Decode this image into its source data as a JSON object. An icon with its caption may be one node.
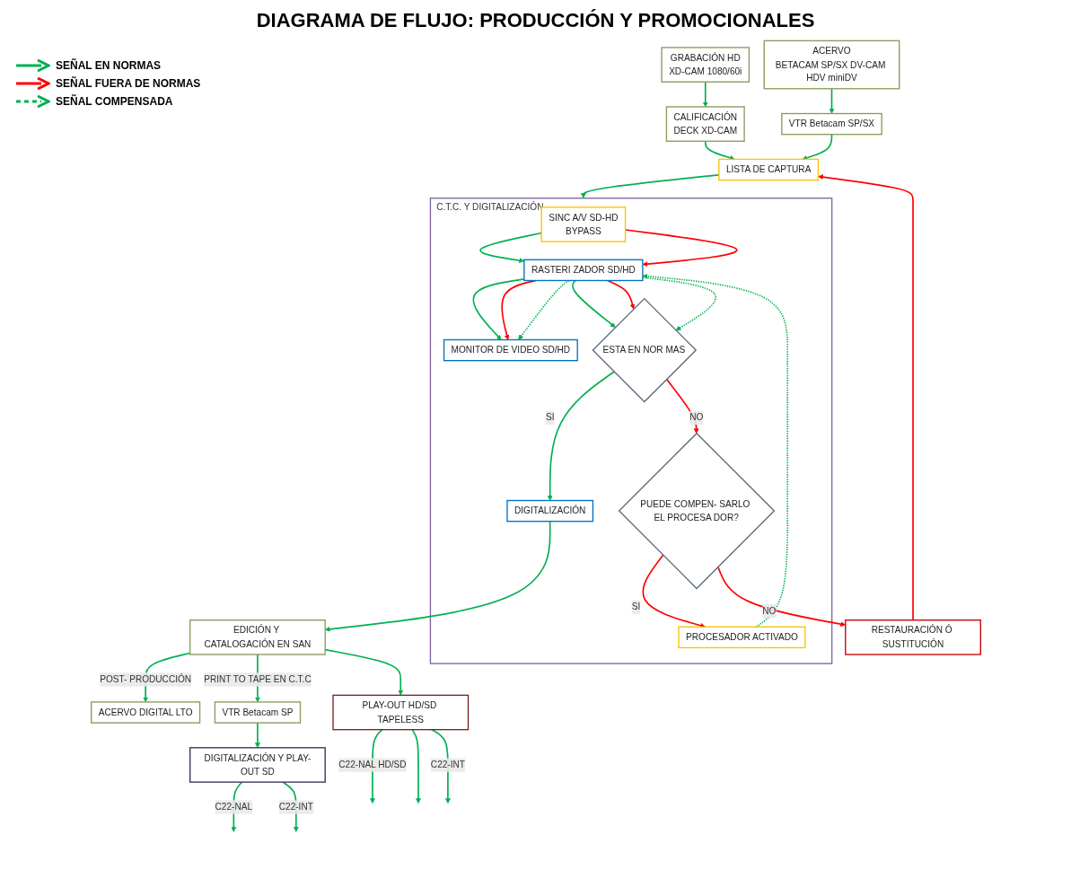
{
  "diagram": {
    "title": "DIAGRAMA DE FLUJO: PRODUCCIÓN Y PROMOCIONALES",
    "nodes": [
      {
        "text": [
          "GRABACIÓN HD",
          "XD-CAM 1080/60i"
        ]
      },
      {
        "text": [
          "CALIFICACIÓN",
          "DECK XD-CAM"
        ]
      },
      {
        "text": [
          "ACERVO",
          "BETACAM SP/SX DV-CAM HDV miniDV"
        ]
      },
      {
        "text": [
          "VTR Betacam SP/SX"
        ]
      },
      {
        "text": [
          "LISTA DE CAPTURA"
        ]
      },
      {
        "text": [
          "C.T.C. Y DIGITALIZACIÓN"
        ]
      },
      {
        "text": [
          "SINC A/V SD-HD",
          "BYPASS"
        ],
        "in": 5
      },
      {
        "text": [
          "PROCESADOR ACTIVADO"
        ],
        "in": 5
      },
      {
        "text": [
          "MONITOR DE VIDEO SD/HD"
        ],
        "in": 5
      },
      {
        "text": [
          "RASTERI ZADOR SD/HD"
        ],
        "in": 5
      },
      {
        "text": [
          "ESTA EN NOR MAS"
        ],
        "in": 5
      },
      {
        "text": [
          "DIGITALIZACIÓN"
        ],
        "in": 5
      },
      {
        "text": [
          "PUEDE COMPEN- SARLO EL PROCESA DOR?"
        ],
        "in": 5
      },
      {
        "text": [
          "RESTAURACIÓN Ó SUSTITUCIÓN"
        ]
      },
      {
        "text": [
          "ACERVO DIGITAL LTO"
        ]
      },
      {
        "text": [
          "EDICIÓN Y CATALOGACIÓN EN SAN"
        ]
      },
      {
        "text": [
          "VTR Betacam SP"
        ]
      },
      {
        "text": [
          "DIGITALIZACIÓN Y PLAY-OUT SD"
        ]
      },
      {
        "text": [
          "PLAY-OUT HD/SD TAPELESS"
        ]
      }
    ],
    "edges": [
      {
        "from": 0,
        "to": 1,
        "arrow": "to"
      },
      {
        "from": 2,
        "to": 3,
        "arrow": "to"
      },
      {
        "from": 1,
        "to": 4,
        "arrow": "to"
      },
      {
        "from": 3,
        "to": 4,
        "arrow": "to"
      },
      {
        "from": 4,
        "to": 5,
        "arrow": "to"
      },
      {
        "from": 6,
        "to": 9,
        "arrow": "to"
      },
      {
        "from": 6,
        "to": 9,
        "arrow": "to",
        "color": "#ff0000"
      },
      {
        "from": 7,
        "to": 9,
        "arrow": "to",
        "style": "dashed"
      },
      {
        "from": 9,
        "to": 8,
        "arrow": "to"
      },
      {
        "from": 9,
        "to": 8,
        "arrow": "to",
        "color": "#ff0000"
      },
      {
        "from": 9,
        "to": 8,
        "arrow": "to",
        "style": "dashed"
      },
      {
        "from": 9,
        "to": 10,
        "arrow": "to"
      },
      {
        "from": 9,
        "to": 10,
        "arrow": "to",
        "color": "#ff0000"
      },
      {
        "from": 9,
        "to": 10,
        "arrow": "to",
        "style": "dashed"
      },
      {
        "from": 10,
        "to": 11,
        "label": "SI",
        "arrow": "to"
      },
      {
        "from": 10,
        "to": 12,
        "label": "NO",
        "arrow": "to",
        "color": "#ff0000"
      },
      {
        "from": 12,
        "to": 7,
        "label": "SI",
        "arrow": "to",
        "color": "#ff0000"
      },
      {
        "from": 12,
        "to": 13,
        "label": "NO",
        "arrow": "to",
        "color": "#ff0000"
      },
      {
        "from": 13,
        "to": 4,
        "arrow": "to",
        "color": "#ff0000"
      },
      {
        "from": 11,
        "to": 15,
        "arrow": "to"
      },
      {
        "from": 15,
        "to": 14,
        "label": "POST- PRODUCCIÓN",
        "arrow": "to"
      },
      {
        "from": 15,
        "to": 16,
        "label": "PRINT TO TAPE EN C.T.C",
        "arrow": "to"
      },
      {
        "from": 16,
        "to": 17,
        "arrow": "to"
      },
      {
        "from": 15,
        "to": 18,
        "arrow": "to"
      },
      {
        "from": 17,
        "to": null,
        "label": "C22-NAL",
        "arrow": "to"
      },
      {
        "from": 17,
        "to": null,
        "label": "C22-INT",
        "arrow": "to"
      },
      {
        "from": 18,
        "to": null,
        "label": "C22-NAL HD/SD",
        "arrow": "to"
      },
      {
        "from": 18,
        "to": null,
        "arrow": "to"
      },
      {
        "from": 18,
        "to": null,
        "label": "C22-INT",
        "arrow": "to"
      }
    ],
    "legend": [
      {
        "text": "SEÑAL EN NORMAS"
      },
      {
        "text": "SEÑAL FUERA DE NORMAS"
      },
      {
        "text": "SEÑAL COMPENSADA"
      }
    ]
  }
}
